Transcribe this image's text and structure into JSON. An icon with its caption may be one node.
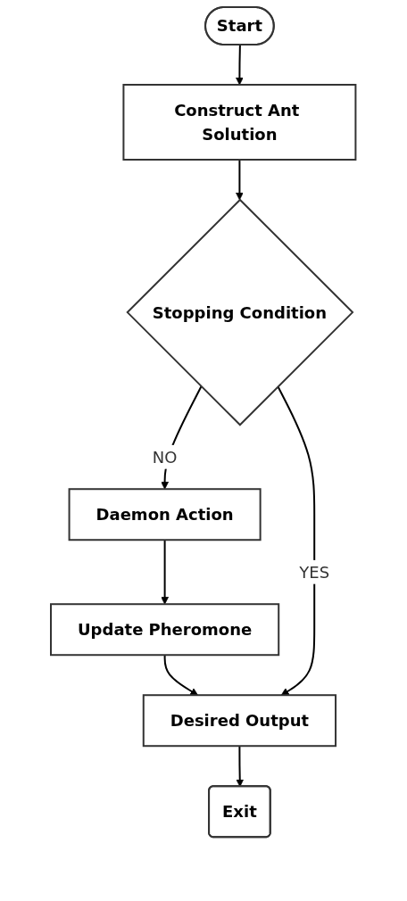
{
  "diagram": {
    "nodes": [
      {
        "text": [
          "Start"
        ]
      },
      {
        "text": [
          "Construct Ant Solution"
        ]
      },
      {
        "text": [
          "Stopping Condition"
        ]
      },
      {
        "text": [
          "Daemon Action"
        ]
      },
      {
        "text": [
          "Update Pheromone"
        ]
      },
      {
        "text": [
          "Desired Output"
        ]
      },
      {
        "text": [
          "Exit"
        ]
      }
    ],
    "edges": [
      {
        "from": 0,
        "to": 1,
        "arrow": "to"
      },
      {
        "from": 1,
        "to": 2,
        "arrow": "to"
      },
      {
        "from": 2,
        "to": 3,
        "arrow": "to",
        "label": "NO"
      },
      {
        "from": 3,
        "to": 4,
        "arrow": "to"
      },
      {
        "from": 4,
        "to": 5,
        "arrow": "to"
      },
      {
        "from": 2,
        "to": 5,
        "arrow": "to",
        "label": "YES"
      },
      {
        "from": 5,
        "to": 6,
        "arrow": "to"
      }
    ]
  }
}
